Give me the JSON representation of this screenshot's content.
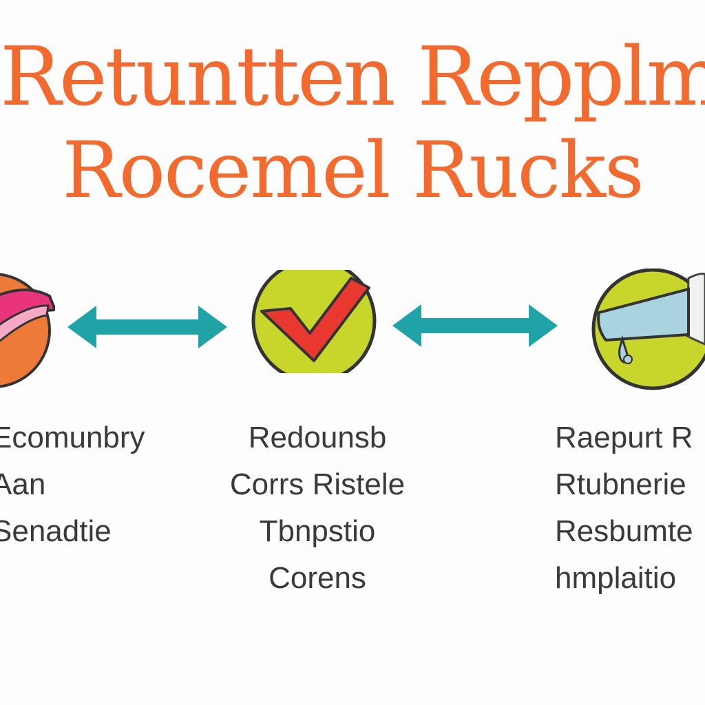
{
  "title": {
    "line1": "Retuntten Repplme",
    "line2": "Rocemel Rucks"
  },
  "colors": {
    "title": "#f26a2e",
    "arrow": "#1fa3a6",
    "circle_fill": "#c8d62b",
    "circle_stroke": "#333333",
    "check": "#e8382f",
    "text": "#3a3a3a"
  },
  "nodes": [
    {
      "icon": "fabric-swatch-icon",
      "label_lines": [
        "Ecomunbry",
        "Aan",
        "Senadtie"
      ]
    },
    {
      "icon": "checkmark-icon",
      "label_lines": [
        "Redounsb",
        "Corrs Ristele",
        "Tbnpstio",
        "Corens"
      ]
    },
    {
      "icon": "megaphone-icon",
      "label_lines": [
        "Raepurt R",
        "Rtubnerie",
        "Resbumte",
        "hmplaitio"
      ]
    }
  ]
}
